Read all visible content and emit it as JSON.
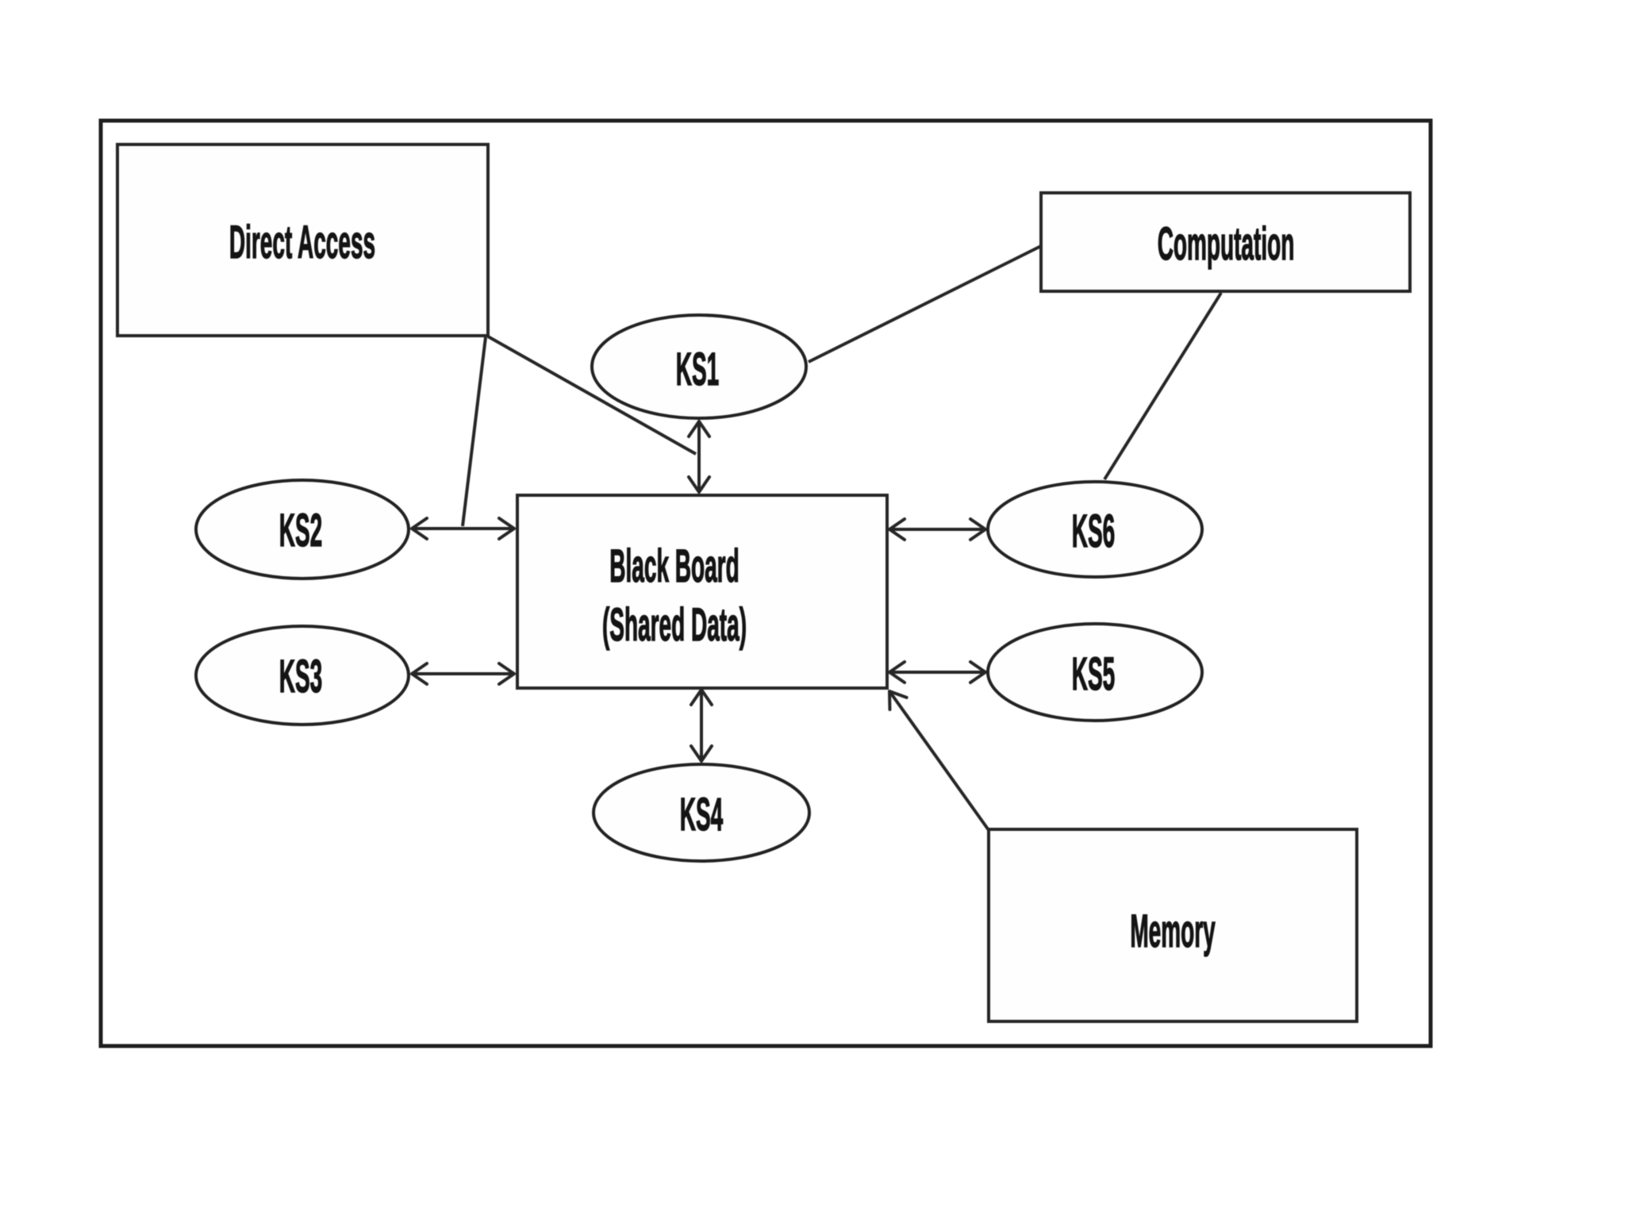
{
  "diagram": {
    "type": "blackboard-architecture",
    "nodes": {
      "direct_access": {
        "label": "Direct Access",
        "shape": "rectangle"
      },
      "computation": {
        "label": "Computation",
        "shape": "rectangle"
      },
      "memory": {
        "label": "Memory",
        "shape": "rectangle"
      },
      "blackboard": {
        "label_line1": "Black Board",
        "label_line2": "(Shared Data)",
        "shape": "rectangle"
      },
      "ks1": {
        "label": "KS1",
        "shape": "ellipse"
      },
      "ks2": {
        "label": "KS2",
        "shape": "ellipse"
      },
      "ks3": {
        "label": "KS3",
        "shape": "ellipse"
      },
      "ks4": {
        "label": "KS4",
        "shape": "ellipse"
      },
      "ks5": {
        "label": "KS5",
        "shape": "ellipse"
      },
      "ks6": {
        "label": "KS6",
        "shape": "ellipse"
      }
    },
    "edges": [
      {
        "from": "KS1",
        "to": "Black Board (Shared Data)",
        "style": "double-arrow"
      },
      {
        "from": "KS2",
        "to": "Black Board (Shared Data)",
        "style": "double-arrow"
      },
      {
        "from": "KS3",
        "to": "Black Board (Shared Data)",
        "style": "double-arrow"
      },
      {
        "from": "KS4",
        "to": "Black Board (Shared Data)",
        "style": "double-arrow"
      },
      {
        "from": "KS5",
        "to": "Black Board (Shared Data)",
        "style": "double-arrow"
      },
      {
        "from": "KS6",
        "to": "Black Board (Shared Data)",
        "style": "double-arrow"
      },
      {
        "from": "Direct Access",
        "to": "KS1-blackboard arrow",
        "style": "line"
      },
      {
        "from": "Direct Access",
        "to": "KS2-blackboard arrow",
        "style": "line"
      },
      {
        "from": "Computation",
        "to": "KS1",
        "style": "line"
      },
      {
        "from": "Computation",
        "to": "KS6",
        "style": "line"
      },
      {
        "from": "Memory",
        "to": "Black Board (Shared Data)",
        "style": "arrow"
      }
    ],
    "colors": {
      "stroke": "#262626",
      "text": "#141414",
      "background": "#ffffff"
    }
  }
}
